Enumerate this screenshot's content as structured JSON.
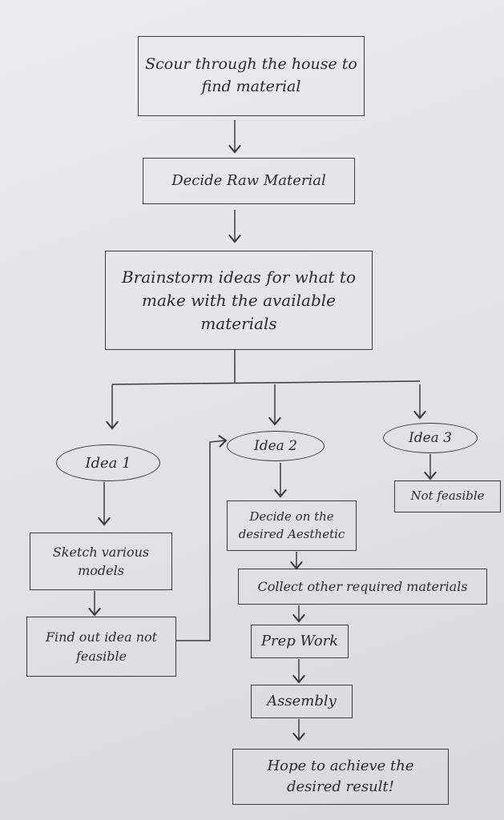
{
  "flowchart": {
    "scour": "Scour through the house to find material",
    "decide_raw": "Decide Raw Material",
    "brainstorm": "Brainstorm ideas for what to make with the available materials",
    "idea1": "Idea 1",
    "idea2": "Idea 2",
    "idea3": "Idea 3",
    "not_feasible": "Not feasible",
    "sketch": "Sketch various models",
    "find_out": "Find out idea not feasible",
    "aesthetic": "Decide on the desired Aesthetic",
    "collect": "Collect other required materials",
    "prep": "Prep Work",
    "assembly": "Assembly",
    "hope": "Hope to achieve the desired result!"
  }
}
